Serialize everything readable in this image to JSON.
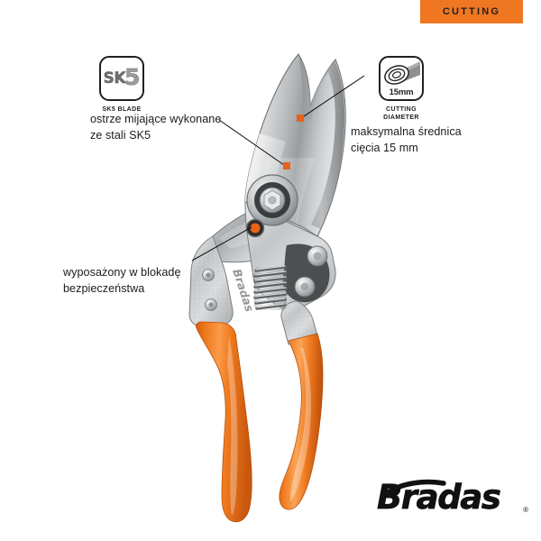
{
  "badge": {
    "label": "CUTTING",
    "color": "#F07722"
  },
  "features": [
    {
      "id": "sk5-blade",
      "icon": "sk5-blade-icon",
      "glyph_part1": "SK",
      "glyph_part2": "5",
      "caption": "SK5 BLADE"
    },
    {
      "id": "cutting-diameter",
      "icon": "cutting-diameter-icon",
      "value": "15mm",
      "caption_line1": "CUTTING",
      "caption_line2": "DIAMETER"
    }
  ],
  "callouts": [
    {
      "id": "blade-steel",
      "line1": "ostrze mijające wykonane",
      "line2": "ze stali SK5"
    },
    {
      "id": "cut-diameter",
      "line1": "maksymalna średnica",
      "line2": "cięcia 15 mm"
    },
    {
      "id": "safety-lock",
      "line1": "wyposażony w blokadę",
      "line2": "bezpieczeństwa"
    }
  ],
  "product": {
    "name": "pruning-shears",
    "handle_engraving": "Bradas",
    "marker_color": "#E8621A",
    "handle_color": "#F07A1E",
    "blade_color": "#C9CBCC"
  },
  "logo": {
    "text": "Bradas",
    "trademark": "®"
  }
}
